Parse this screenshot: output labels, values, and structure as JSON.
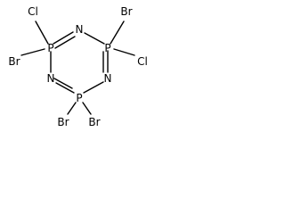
{
  "molecule": {
    "atoms": {
      "p_left": "P",
      "n_top": "N",
      "p_right": "P",
      "n_right": "N",
      "p_bottom": "P",
      "n_left": "N",
      "cl_left": "Cl",
      "br_left": "Br",
      "br_right_top": "Br",
      "cl_right": "Cl",
      "br_bottom_left": "Br",
      "br_bottom_right": "Br"
    }
  }
}
